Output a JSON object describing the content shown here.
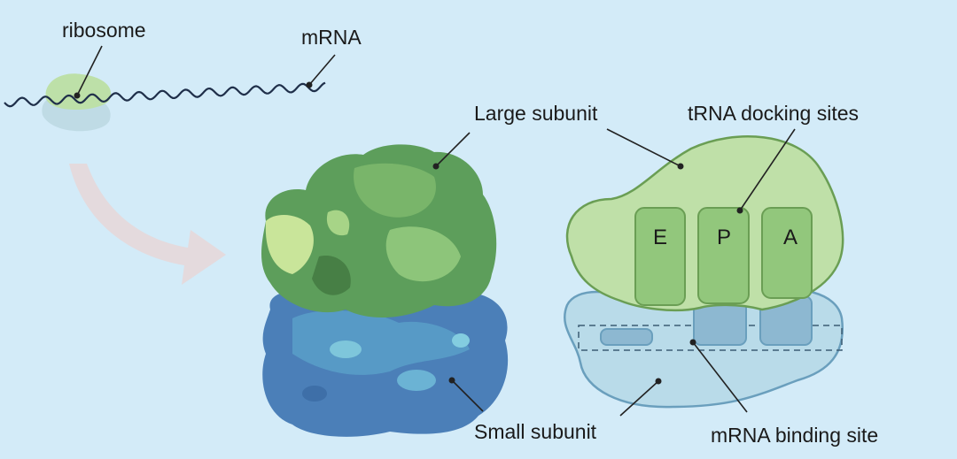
{
  "labels": {
    "ribosome": "ribosome",
    "mrna": "mRNA",
    "large_subunit": "Large subunit",
    "trna_sites": "tRNA docking sites",
    "small_subunit": "Small subunit",
    "mrna_binding": "mRNA binding site"
  },
  "sites": [
    "E",
    "P",
    "A"
  ],
  "colors": {
    "background": "#d3ebf8",
    "large_green": "#bfe0a8",
    "large_stroke": "#6a9e54",
    "small_blue": "#b9dbe9",
    "small_stroke": "#6a9fbd"
  }
}
